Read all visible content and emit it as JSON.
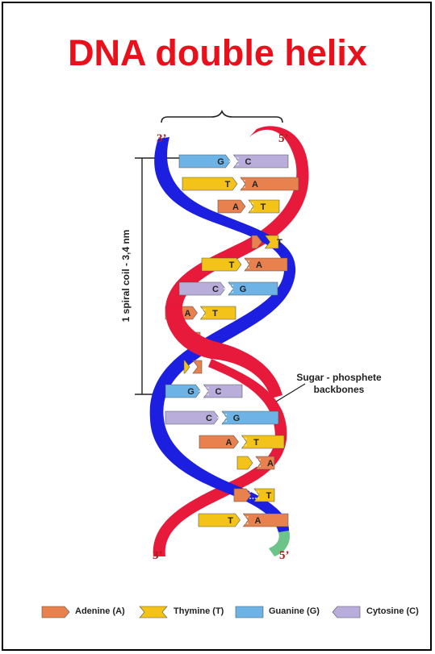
{
  "title": "DNA double helix",
  "labels": {
    "coil": "1 spiral coil - 3,4 nm",
    "backbone_line1": "Sugar - phosphete",
    "backbone_line2": "backbones",
    "top_left_end": "3’",
    "top_right_end": "5’",
    "bottom_left_end": "3’",
    "bottom_right_end": "5’"
  },
  "base_pairs": [
    {
      "left": "G",
      "right": "C"
    },
    {
      "left": "T",
      "right": "A"
    },
    {
      "left": "A",
      "right": "T"
    },
    {
      "left": "",
      "right": "T"
    },
    {
      "left": "T",
      "right": "A"
    },
    {
      "left": "C",
      "right": "G"
    },
    {
      "left": "A",
      "right": "T"
    },
    {
      "left": "",
      "right": ""
    },
    {
      "left": "",
      "right": ""
    },
    {
      "left": "G",
      "right": "C"
    },
    {
      "left": "C",
      "right": "G"
    },
    {
      "left": "A",
      "right": "T"
    },
    {
      "left": "",
      "right": "A"
    },
    {
      "left": "",
      "right": "T"
    },
    {
      "left": "T",
      "right": "A"
    }
  ],
  "legend": [
    {
      "label": "Adenine (A)",
      "color": "#e8814d"
    },
    {
      "label": "Thymine (T)",
      "color": "#f3c31a"
    },
    {
      "label": "Guanine (G)",
      "color": "#6db3e6"
    },
    {
      "label": "Cytosine (C)",
      "color": "#b9aedb"
    }
  ],
  "colors": {
    "strand_red": "#e81a3b",
    "strand_blue": "#1c1ee0",
    "tail_green": "#6dc48a",
    "adenine": "#e8814d",
    "thymine": "#f3c31a",
    "guanine": "#6db3e6",
    "cytosine": "#b9aedb"
  }
}
